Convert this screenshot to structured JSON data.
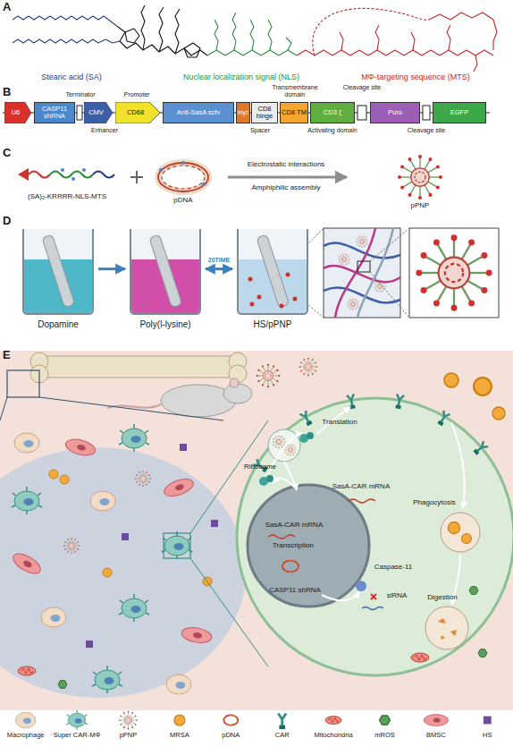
{
  "diagram": {
    "nodes": [
      {
        "text": [
          "U6"
        ]
      },
      {
        "text": [
          "CASP11 shRNA"
        ]
      },
      {
        "text": [
          "CMV"
        ]
      },
      {
        "text": [
          "CD68"
        ]
      },
      {
        "text": [
          "Anti-SasA scfv"
        ]
      },
      {
        "text": [
          "myc"
        ]
      },
      {
        "text": [
          "CD8 hinge"
        ]
      },
      {
        "text": [
          "CD8 TM"
        ]
      },
      {
        "text": [
          "CD3 ζ"
        ]
      },
      {
        "text": [
          "Puro"
        ]
      },
      {
        "text": [
          "EGFP"
        ]
      },
      {
        "text": [
          "Dopamine"
        ]
      },
      {
        "text": [
          "Poly(l-lysine)"
        ]
      },
      {
        "text": [
          "HS/pPNP"
        ]
      }
    ],
    "edges": [
      {
        "from": 11,
        "to": 12,
        "arrow": "to"
      },
      {
        "from": 12,
        "to": 13,
        "label": "20TIME",
        "arrow": "both"
      }
    ],
    "labels": [
      "A",
      "Stearic acid (SA)",
      "Nuclear localization signal (NLS)",
      "MΦ-targeting sequence (MTS)",
      "B",
      "Terminator",
      "Promoter",
      "Transmembrane domain",
      "Cleavage site",
      "Enhancer",
      "Spacer",
      "Activating domain",
      "Cleavage site",
      "C",
      "(SA)₂-KRRRR-NLS-MTS",
      "pDNA",
      "Electrostatic interactions",
      "Amphiphilic assembly",
      "pPNP",
      "D",
      "E",
      "Translation",
      "Ribosome",
      "SasA-CAR mRNA",
      "SasA-CAR mRNA",
      "Phagocytosis",
      "Transcription",
      "Caspase-11",
      "CASP11 shRNA",
      "siRNA",
      "Digestion"
    ],
    "legend": [
      {
        "text": "Macrophage"
      },
      {
        "text": "Super CAR-MΦ"
      },
      {
        "text": "pPNP"
      },
      {
        "text": "MRSA"
      },
      {
        "text": "pDNA"
      },
      {
        "text": "CAR"
      },
      {
        "text": "Mitochondria"
      },
      {
        "text": "mROS"
      },
      {
        "text": "BMSC"
      },
      {
        "text": "HS"
      }
    ]
  }
}
